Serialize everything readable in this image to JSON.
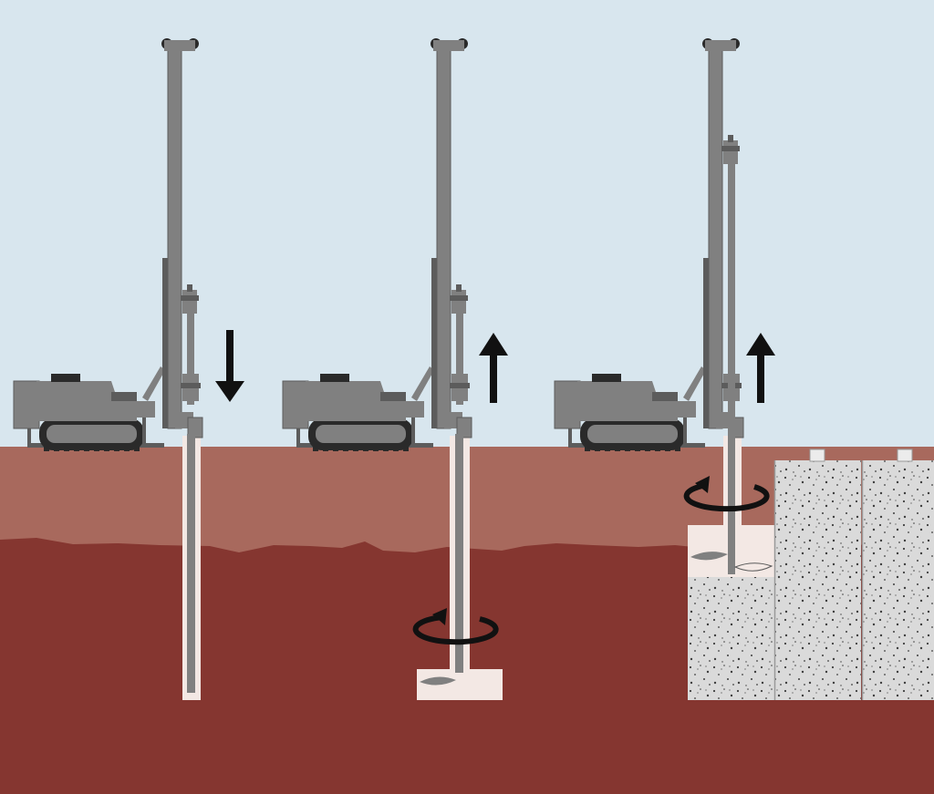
{
  "colors": {
    "sky": "#d8e6ee",
    "topsoil": "#a8695d",
    "subsoil": "#853630",
    "machine": "#808080",
    "machine_dark": "#5c5c5c",
    "track": "#2a2a2a",
    "hole": "#f3e8e4",
    "column_light": "#ececec",
    "column_mid": "#dadada",
    "speckle": "#3d3d3d",
    "arrow": "#111111"
  },
  "steps": [
    {
      "id": "penetration",
      "arrow": "down",
      "rotation": false
    },
    {
      "id": "mixing-withdrawal",
      "arrow": "up",
      "rotation": true
    },
    {
      "id": "column-completion",
      "arrow": "up",
      "rotation": true
    }
  ],
  "icons": [
    "arrow-down-icon",
    "arrow-up-icon",
    "rotation-arrow-icon",
    "mixing-paddle-icon"
  ]
}
